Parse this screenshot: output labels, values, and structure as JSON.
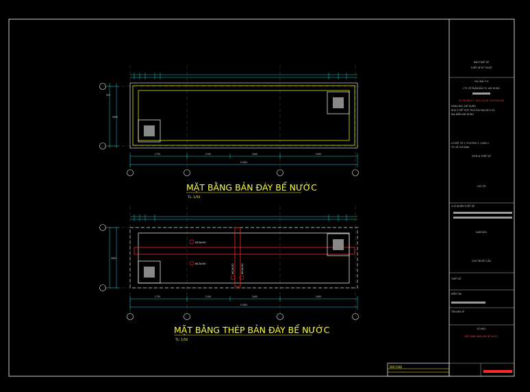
{
  "sheet": {
    "border_color": "#ffffff",
    "background": "#000000",
    "accent_yellow": "#ffff33",
    "accent_red": "#ff3b3b",
    "grid_color": "#4a4a4a"
  },
  "plans": [
    {
      "title": "MẶT BẰNG BẢN ĐÁY BỂ NƯỚC",
      "scale": "TL: 1/50",
      "bottom_dim_labels": [
        "1750",
        "2100",
        "2400",
        "2400"
      ],
      "overall_dim_label": "12400",
      "side_dim_labels": [
        "3600",
        "900"
      ]
    },
    {
      "title": "MẶT BẰNG THÉP BẢN ĐÁY BỂ NƯỚC",
      "scale": "TL: 1/50",
      "bottom_dim_labels": [
        "1750",
        "2100",
        "2400",
        "2400"
      ],
      "overall_dim_label": "12400",
      "side_dim_labels": [
        "3600"
      ],
      "rebar_tags": [
        "Φ12a150",
        "Φ12a150",
        "Φ12a150",
        "Φ12a150"
      ]
    }
  ],
  "title_block": {
    "header": [
      "BẢN THIẾT KẾ",
      "THIẾT KẾ KỸ THUẬT"
    ],
    "owner_label": "CHỦ ĐẦU TƯ",
    "owner_line": "CTY CỔ PHẦN ĐẦU TƯ XÂY DỰNG",
    "project_red": "DỰ ÁN NHÀ Ở, DỊCH VỤ VÀ THƯƠNG MẠI",
    "project_lines": [
      "HẠNG MỤC XÂY DỰNG",
      "NHÀ Ở KẾT HỢP THƯƠNG MẠI DỊCH VỤ",
      "ĐỊA ĐIỂM XÂY DỰNG"
    ],
    "address_lines": [
      "LÔ ĐẤT SỐ 1, PHƯỜNG 5, QUẬN 4",
      "TP. HỒ CHÍ MINH"
    ],
    "designer_label": "ĐƠN VỊ THIẾT KẾ",
    "stamp_label": "CHỦ TRÌ",
    "director_label": "GIÁM ĐỐC",
    "roles": [
      "CHỦ NHIỆM THIẾT KẾ",
      "CHỦ TRÌ KẾT CẤU",
      "THIẾT KẾ",
      "KIỂM TRA"
    ],
    "sheet_title_label": "TÊN BẢN VẼ",
    "sheet_title_red": "MẶT BẰNG BẢN ĐÁY BỂ NƯỚC",
    "sheet_no_label": "SỐ HIỆU",
    "notes_label": "GHI CHÚ"
  }
}
